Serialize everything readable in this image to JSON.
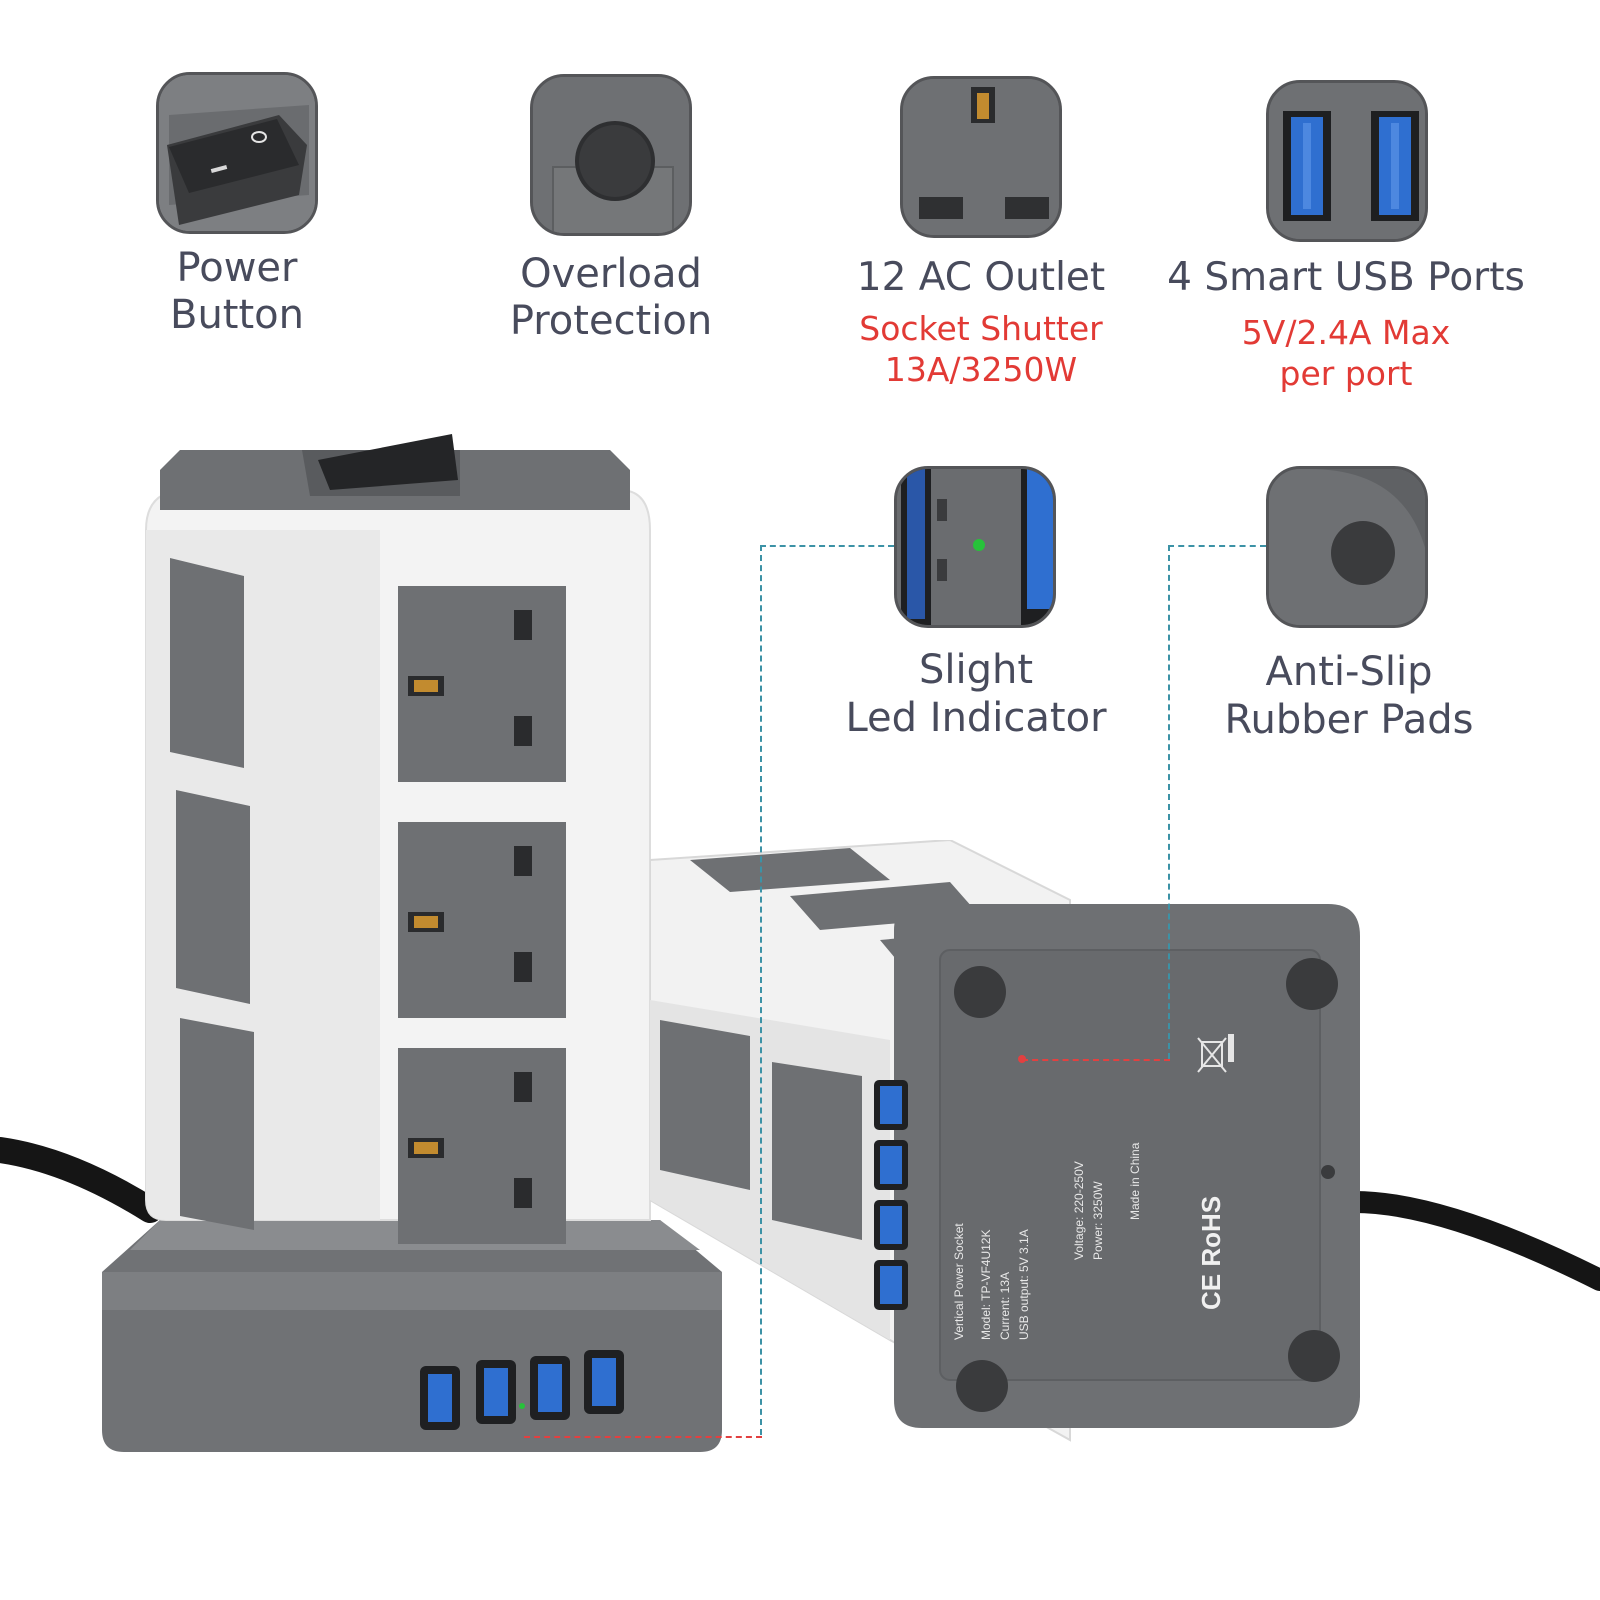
{
  "features": [
    {
      "icon": "power-switch-icon",
      "title_lines": [
        "Power",
        "Button"
      ],
      "subtitle_lines": []
    },
    {
      "icon": "overload-button-icon",
      "title_lines": [
        "Overload",
        "Protection"
      ],
      "subtitle_lines": []
    },
    {
      "icon": "ac-outlet-icon",
      "title_lines": [
        "12 AC Outlet"
      ],
      "subtitle_lines": [
        "Socket Shutter",
        "13A/3250W"
      ]
    },
    {
      "icon": "usb-ports-icon",
      "title_lines": [
        "4 Smart USB Ports"
      ],
      "subtitle_lines": [
        "5V/2.4A Max",
        "per port"
      ]
    },
    {
      "icon": "led-indicator-icon",
      "title_lines": [
        "Slight",
        "Led Indicator"
      ],
      "subtitle_lines": []
    },
    {
      "icon": "rubber-pad-icon",
      "title_lines": [
        "Anti-Slip",
        "Rubber Pads"
      ],
      "subtitle_lines": []
    }
  ],
  "label_plate": {
    "lines": [
      "Vertical Power Socket",
      "Model: TP-VF4U12K",
      "Current: 13A",
      "USB output: 5V 3.1A",
      "Voltage: 220-250V",
      "Power: 3250W",
      "Made in China"
    ],
    "marks": "CE RoHS"
  },
  "colors": {
    "title": "#484b5c",
    "subtitle": "#e23a35",
    "device_grey": "#6b6d70",
    "device_white": "#f4f4f4",
    "usb_blue": "#2f6fd0",
    "callout_blue": "#3c92a6",
    "callout_red": "#e24040"
  }
}
